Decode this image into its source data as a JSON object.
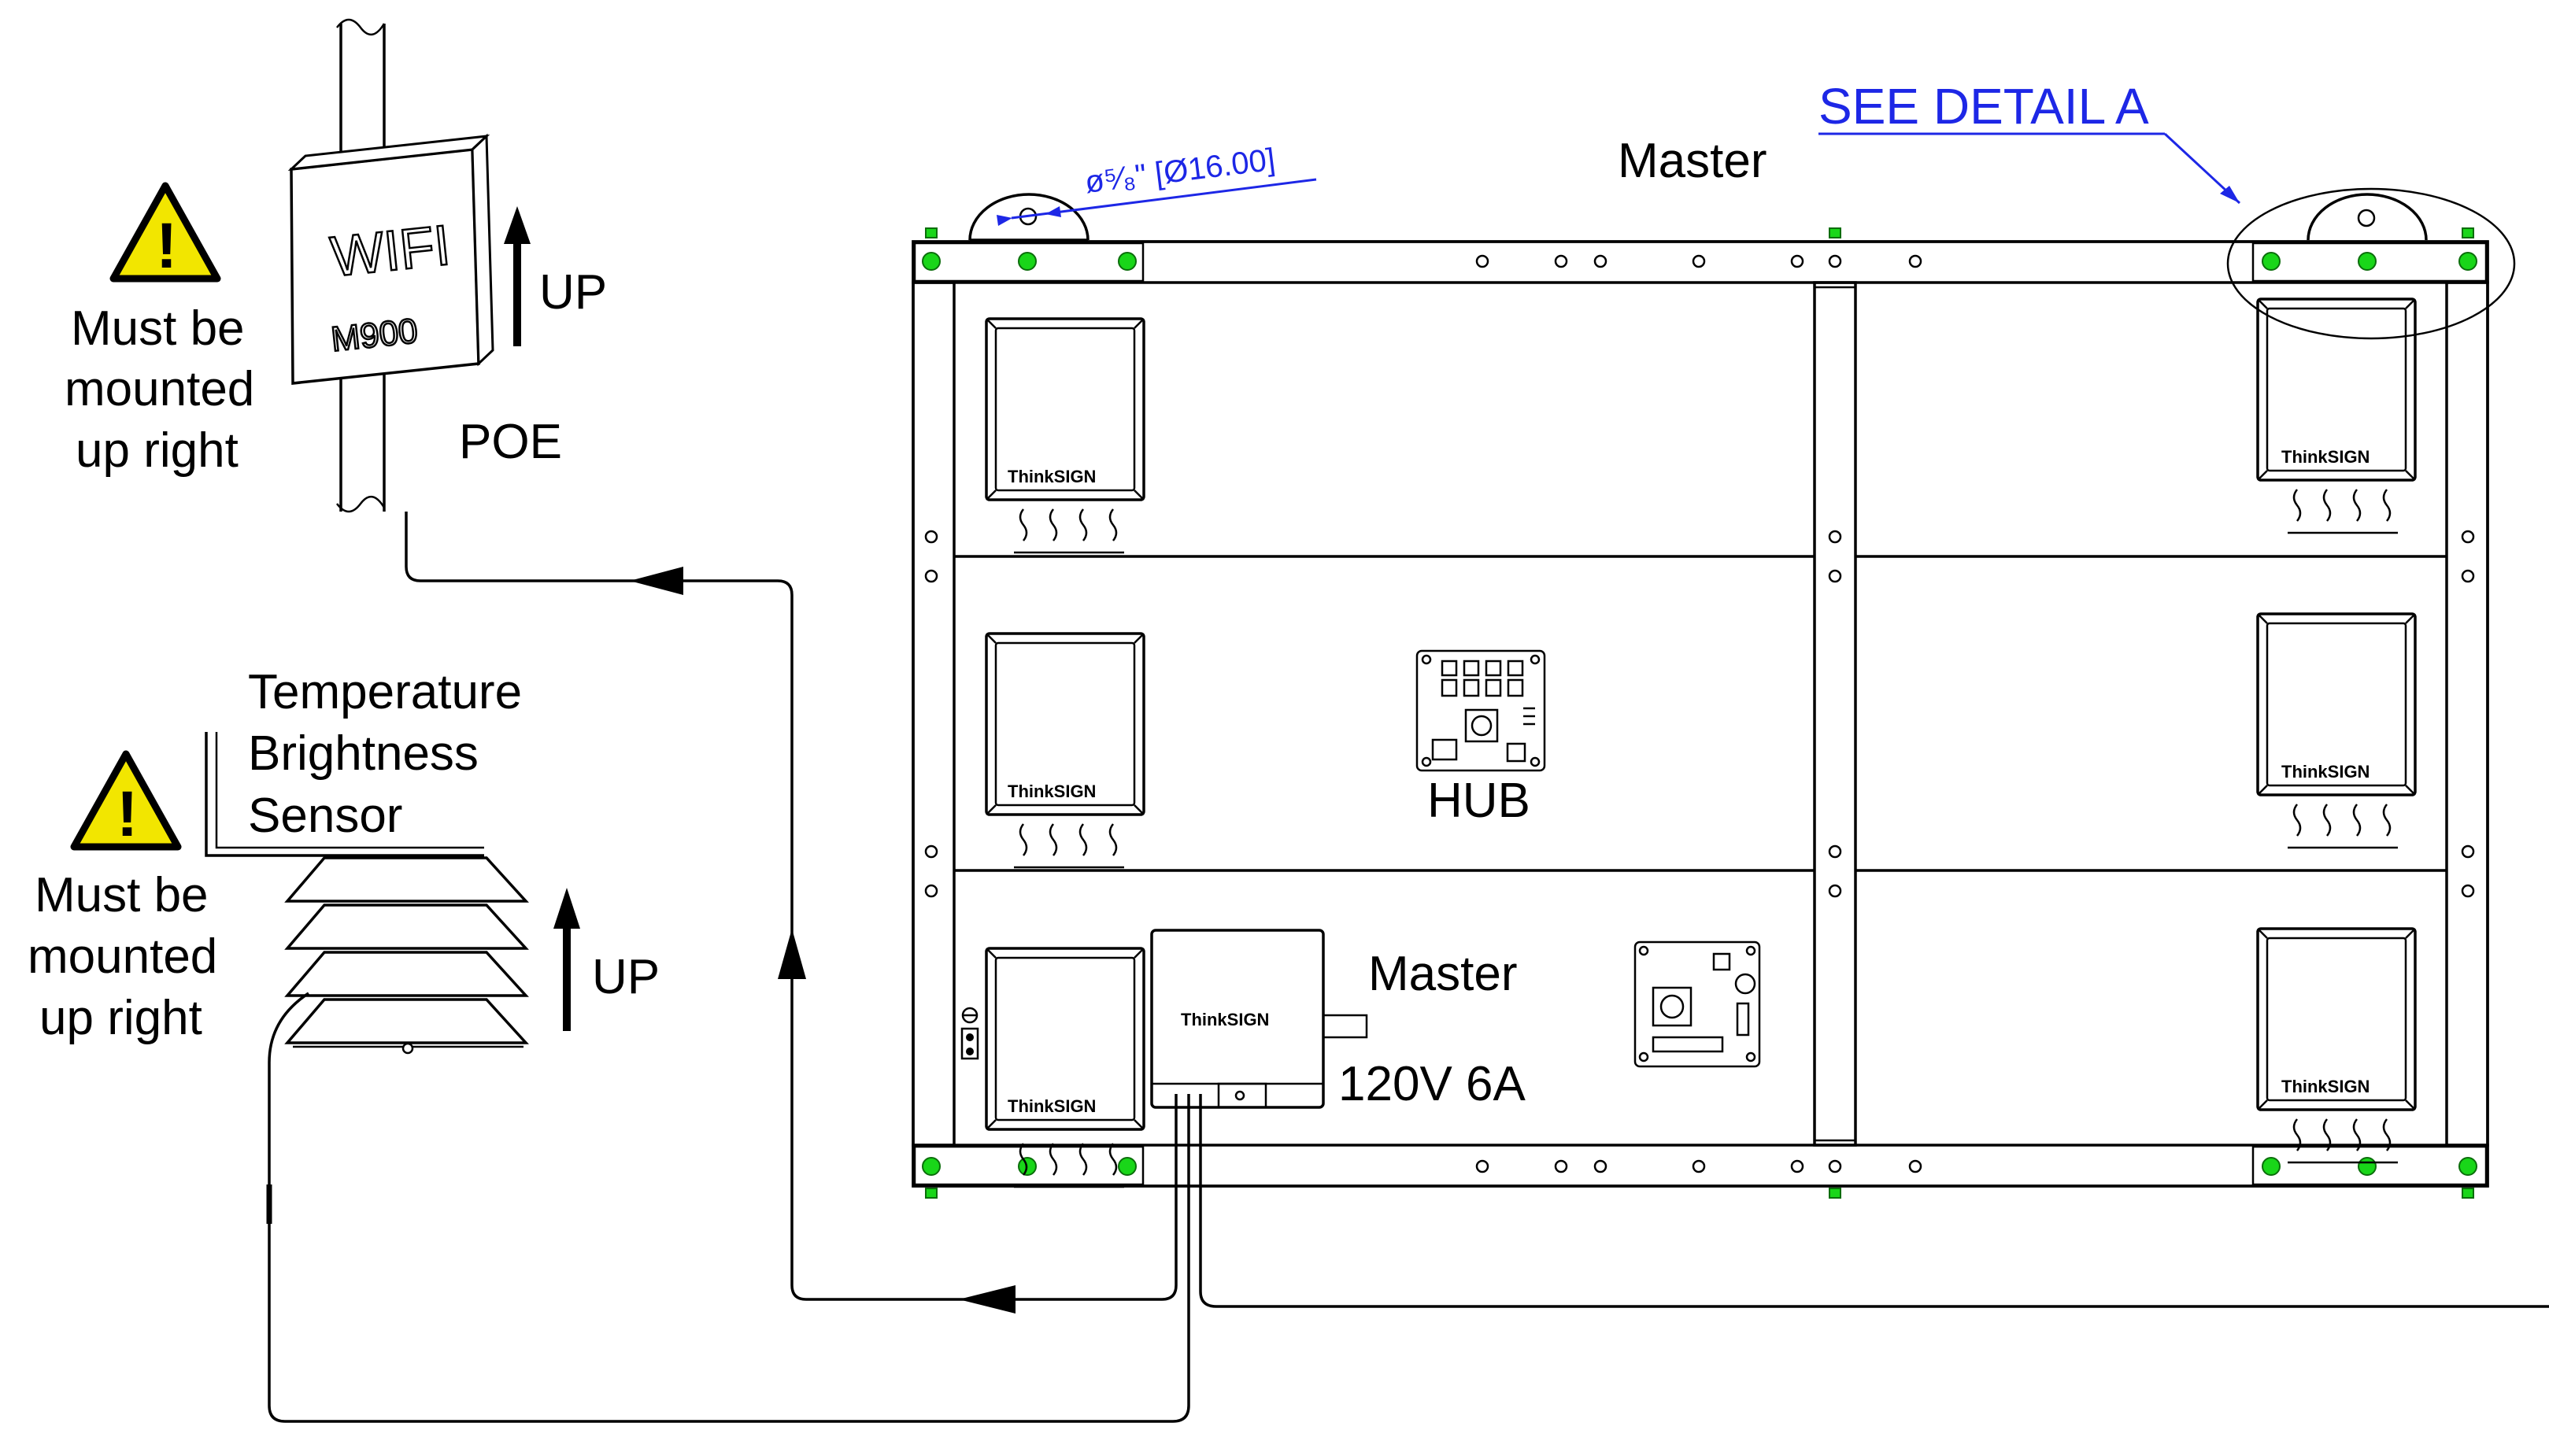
{
  "labels": {
    "see_detail": "SEE DETAIL A",
    "dimension": "ø⁵⁄₈\" [Ø16.00]",
    "master_top": "Master",
    "master_psu": "Master",
    "psu_rating": "120V 6A",
    "hub": "HUB",
    "poe": "POE",
    "up_wifi": "UP",
    "up_sensor": "UP",
    "wifi_text": "WIFI",
    "wifi_model": "M900",
    "sensor_lines": [
      "Temperature",
      "Brightness",
      "Sensor"
    ],
    "warn_wifi_lines": [
      "Must be",
      "mounted",
      "up right"
    ],
    "warn_sensor_lines": [
      "Must be",
      "mounted",
      "up right"
    ],
    "warning_symbol": "!",
    "brand": "ThinkSIGN"
  },
  "icons": [
    "warning-icon",
    "up-arrow-icon",
    "ground-icon"
  ],
  "colors": {
    "dimension_blue": "#1d27e6",
    "fastener_green": "#19d619",
    "warning_yellow": "#f2e600"
  }
}
